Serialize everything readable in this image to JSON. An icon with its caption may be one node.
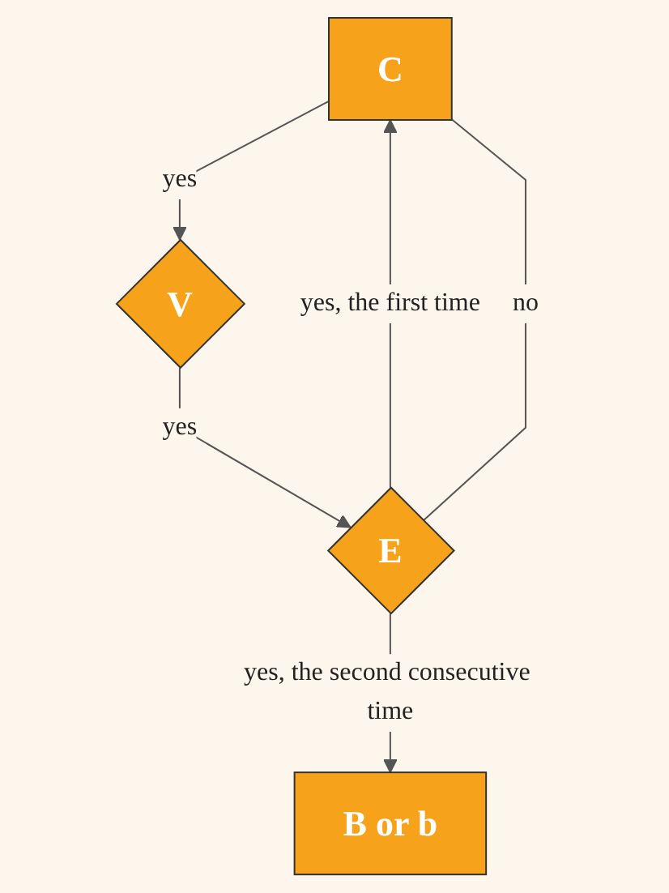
{
  "diagram": {
    "nodes": [
      {
        "text": [
          "C"
        ]
      },
      {
        "text": [
          "V"
        ]
      },
      {
        "text": [
          "E"
        ]
      },
      {
        "text": [
          "B or b"
        ]
      }
    ],
    "edges": [
      {
        "from": 0,
        "to": 1,
        "arrow": "to",
        "label": "yes"
      },
      {
        "from": 1,
        "to": 2,
        "arrow": "to",
        "label": "yes"
      },
      {
        "from": 2,
        "to": 0,
        "arrow": "to",
        "label": "yes, the first time"
      },
      {
        "from": 2,
        "to": 0,
        "arrow": "none",
        "label": "no"
      },
      {
        "from": 2,
        "to": 3,
        "arrow": "to",
        "label": "yes, the second consecutive time"
      }
    ]
  }
}
